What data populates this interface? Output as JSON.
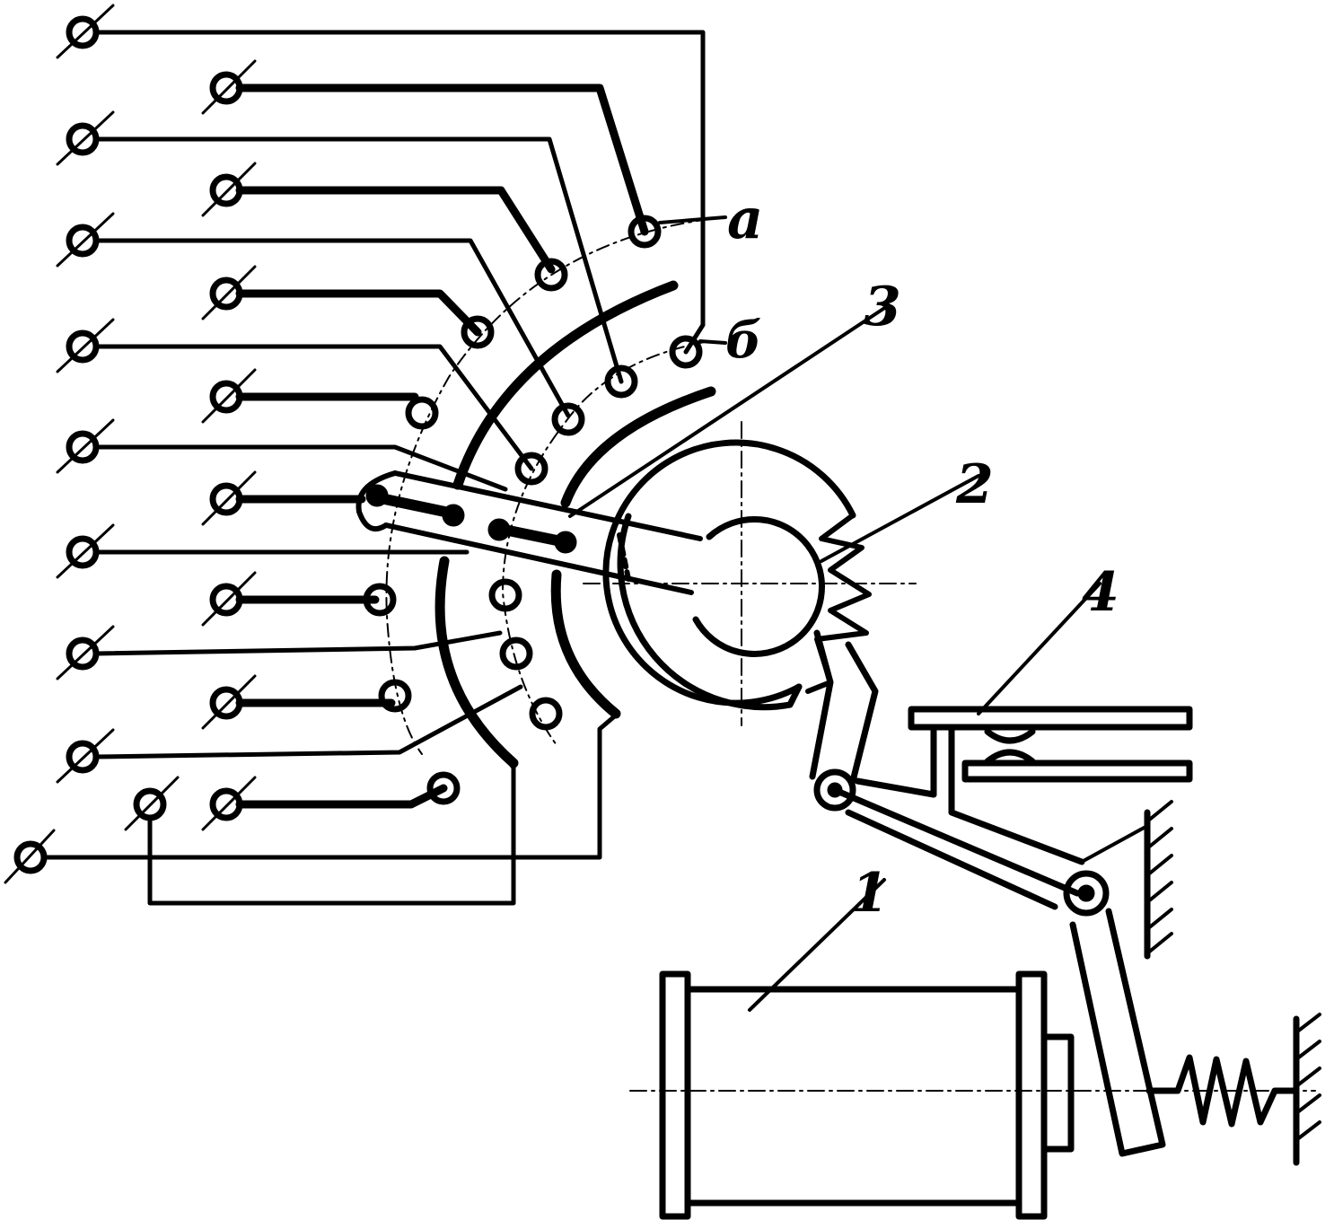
{
  "labels": {
    "a": "а",
    "b": "б",
    "one": "1",
    "two": "2",
    "three": "3",
    "four": "4"
  },
  "colors": {
    "ink": "#000000",
    "paper": "#ffffff"
  }
}
